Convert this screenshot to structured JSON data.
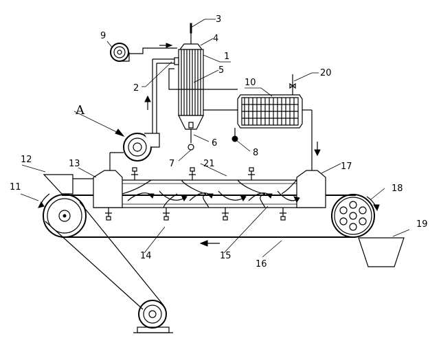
{
  "labels": {
    "l1": "1",
    "l2": "2",
    "l3": "3",
    "l4": "4",
    "l5": "5",
    "l6": "6",
    "l7": "7",
    "l8": "8",
    "l9": "9",
    "l10": "10",
    "l11": "11",
    "l12": "12",
    "l13": "13",
    "l14": "14",
    "l15": "15",
    "l16": "16",
    "l17": "17",
    "l18": "18",
    "l19": "19",
    "l20": "20",
    "l21": "21",
    "lA": "A"
  }
}
